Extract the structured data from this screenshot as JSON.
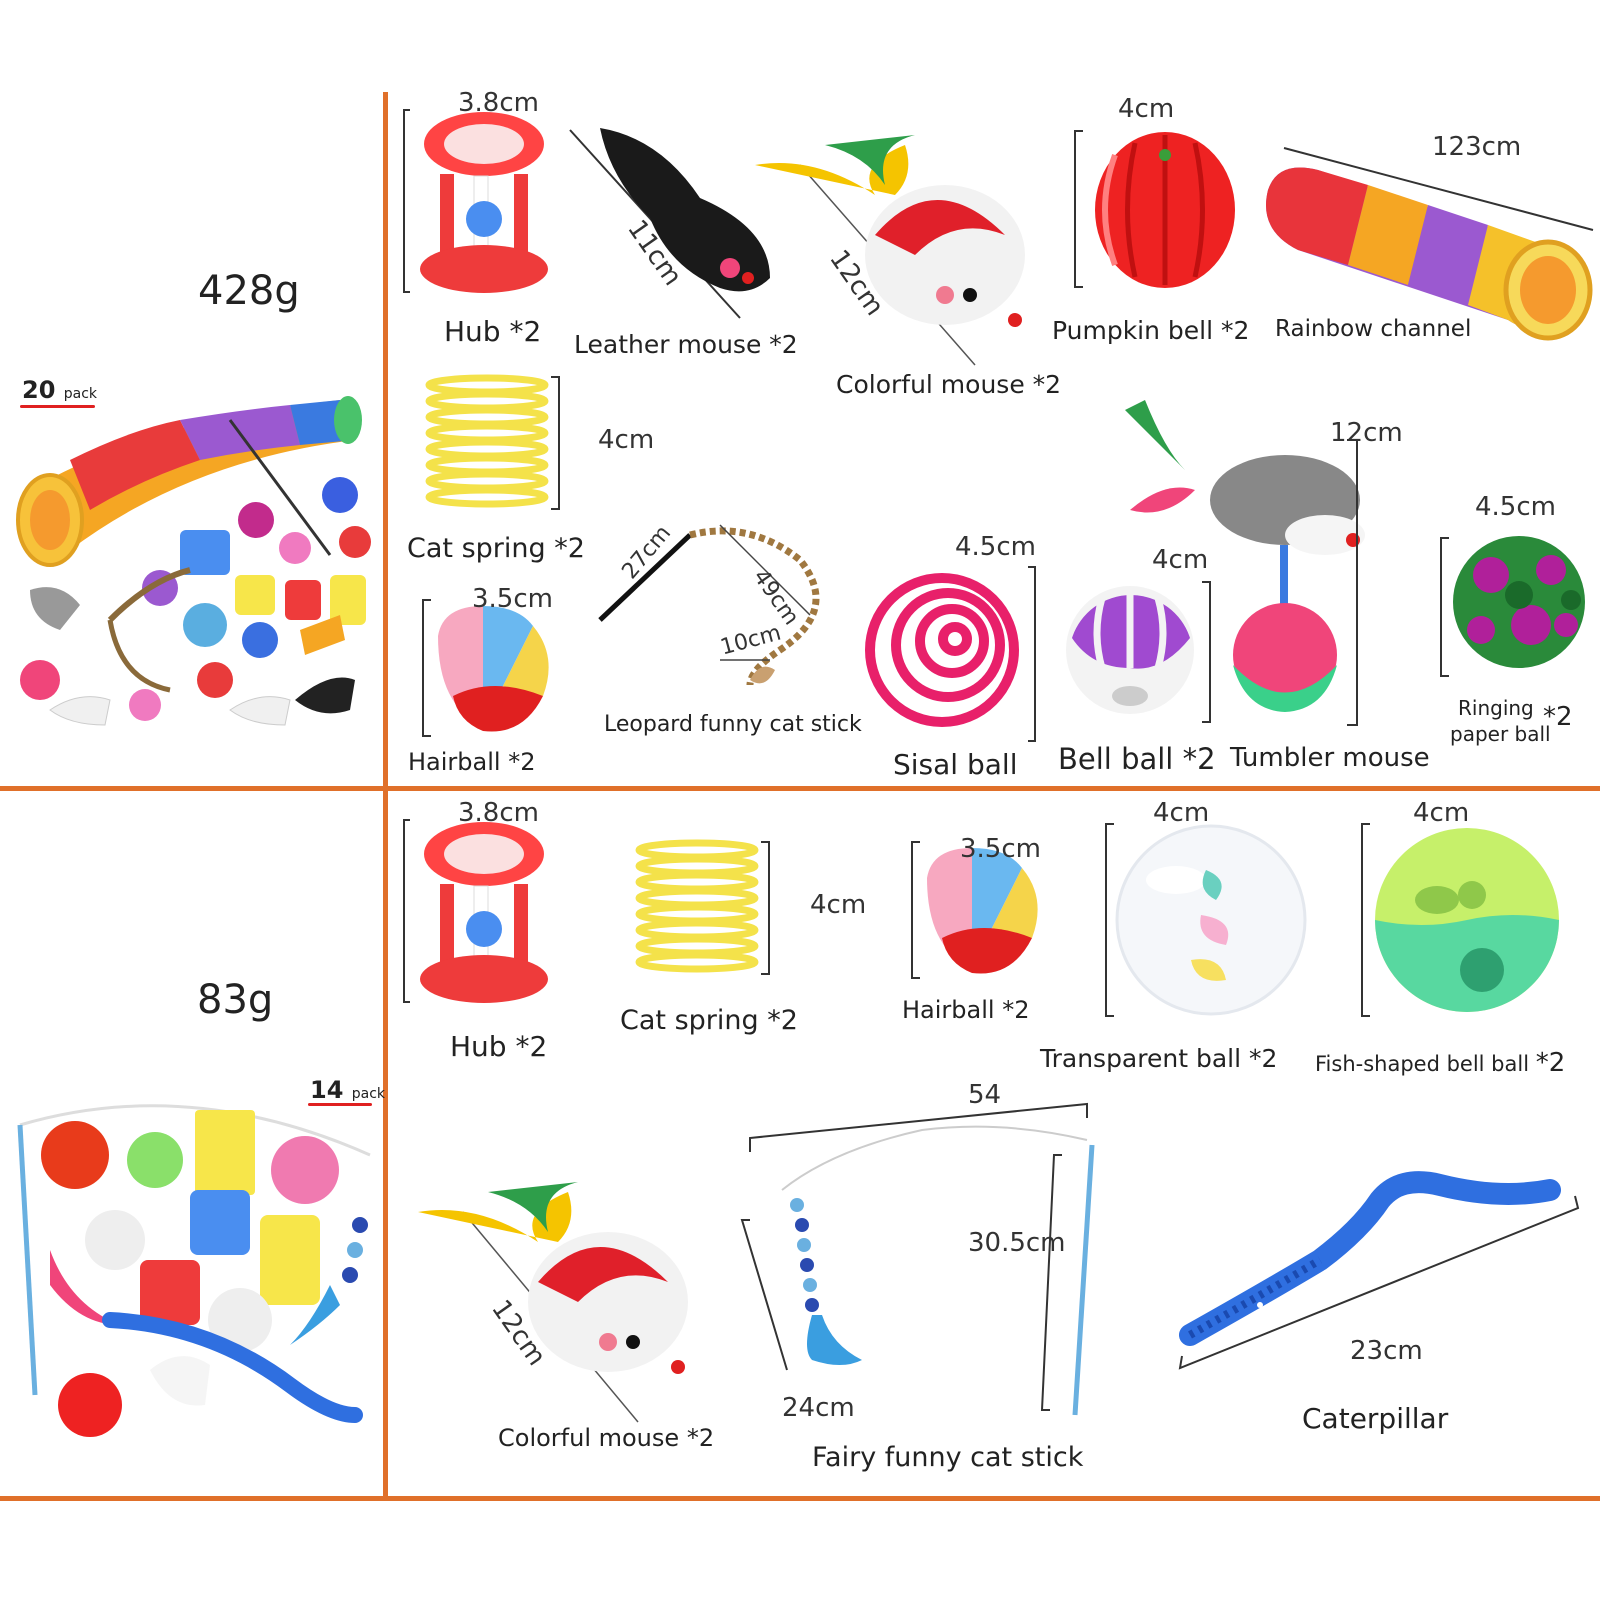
{
  "set1": {
    "weight": "428g",
    "pack_count": "20",
    "pack_unit": "pack",
    "items": {
      "hub": {
        "label": "Hub",
        "qty": "*2",
        "dim": "3.8cm"
      },
      "leather_mouse": {
        "label": "Leather mouse",
        "qty": "*2",
        "dim": "11cm"
      },
      "colorful_mouse": {
        "label": "Colorful mouse",
        "qty": "*2",
        "dim": "12cm"
      },
      "pumpkin_bell": {
        "label": "Pumpkin bell",
        "qty": "*2",
        "dim": "4cm"
      },
      "rainbow_channel": {
        "label": "Rainbow channel",
        "dim": "123cm"
      },
      "cat_spring": {
        "label": "Cat spring",
        "qty": "*2",
        "dim": "4cm"
      },
      "hairball": {
        "label": "Hairball",
        "qty": "*2",
        "dim": "3.5cm"
      },
      "leopard_stick": {
        "label": "Leopard funny cat stick",
        "dim_a": "27cm",
        "dim_b": "49cm",
        "dim_c": "10cm"
      },
      "sisal_ball": {
        "label": "Sisal ball",
        "dim": "4.5cm"
      },
      "bell_ball": {
        "label": "Bell ball",
        "qty": "*2",
        "dim": "4cm"
      },
      "tumbler_mouse": {
        "label": "Tumbler mouse",
        "dim": "12cm"
      },
      "ringing_paper_ball": {
        "label_line1": "Ringing",
        "label_line2": "paper ball",
        "qty": "*2",
        "dim": "4.5cm"
      }
    }
  },
  "set2": {
    "weight": "83g",
    "pack_count": "14",
    "pack_unit": "pack",
    "items": {
      "hub": {
        "label": "Hub",
        "qty": "*2",
        "dim": "3.8cm"
      },
      "cat_spring": {
        "label": "Cat spring",
        "qty": "*2",
        "dim": "4cm"
      },
      "hairball": {
        "label": "Hairball",
        "qty": "*2",
        "dim": "3.5cm"
      },
      "transparent_ball": {
        "label": "Transparent ball",
        "qty": "*2",
        "dim": "4cm"
      },
      "fish_bell_ball": {
        "label": "Fish-shaped bell ball",
        "qty": "*2",
        "dim": "4cm"
      },
      "colorful_mouse": {
        "label": "Colorful mouse",
        "qty": "*2",
        "dim": "12cm"
      },
      "fairy_stick": {
        "label": "Fairy funny cat stick",
        "dim_a": "54",
        "dim_b": "30.5cm",
        "dim_c": "24cm"
      },
      "caterpillar": {
        "label": "Caterpillar",
        "dim": "23cm"
      }
    }
  },
  "colors": {
    "divider": "#e0702a",
    "hub_red": "#ee3b3b",
    "spring_yellow": "#f7e64a",
    "pink": "#f0457a",
    "purple": "#9b59d0",
    "blue": "#2f6fe0",
    "green": "#5fd28a"
  }
}
